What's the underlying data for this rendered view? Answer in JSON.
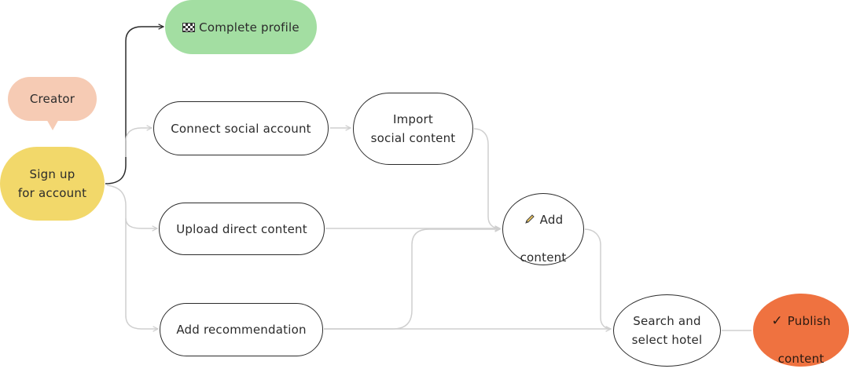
{
  "diagram": {
    "nodes": {
      "creator": {
        "label": "Creator",
        "color": "#f6cbb4"
      },
      "signup": {
        "label": "Sign up\nfor account",
        "color": "#f2d86a"
      },
      "complete_profile": {
        "label": "Complete profile",
        "icon": "checkered-flag-icon",
        "color": "#a3dea2"
      },
      "connect_social": {
        "label": "Connect social account"
      },
      "import_social": {
        "label": "Import\nsocial content"
      },
      "upload_direct": {
        "label": "Upload direct content"
      },
      "add_recommendation": {
        "label": "Add recommendation"
      },
      "add_content": {
        "label_line1": "Add",
        "label_line2": "content",
        "icon": "pencil-icon"
      },
      "search_hotel": {
        "label": "Search and\nselect hotel"
      },
      "publish_content": {
        "label_line1": "Publish",
        "label_line2": "content",
        "icon": "check-icon",
        "color": "#ef7240"
      }
    },
    "edges": [
      {
        "from": "Sign up for account",
        "to": "Complete profile"
      },
      {
        "from": "Sign up for account",
        "to": "Connect social account"
      },
      {
        "from": "Sign up for account",
        "to": "Upload direct content"
      },
      {
        "from": "Sign up for account",
        "to": "Add recommendation"
      },
      {
        "from": "Connect social account",
        "to": "Import social content"
      },
      {
        "from": "Import social content",
        "to": "Add content"
      },
      {
        "from": "Upload direct content",
        "to": "Add content"
      },
      {
        "from": "Add recommendation",
        "to": "Add content"
      },
      {
        "from": "Add recommendation",
        "to": "Search and select hotel"
      },
      {
        "from": "Add content",
        "to": "Search and select hotel"
      },
      {
        "from": "Search and select hotel",
        "to": "Publish content"
      }
    ],
    "colors": {
      "active_edge": "#2b2b2b",
      "faded_edge": "#cfcfcf",
      "node_border": "#2b2b2b"
    }
  }
}
